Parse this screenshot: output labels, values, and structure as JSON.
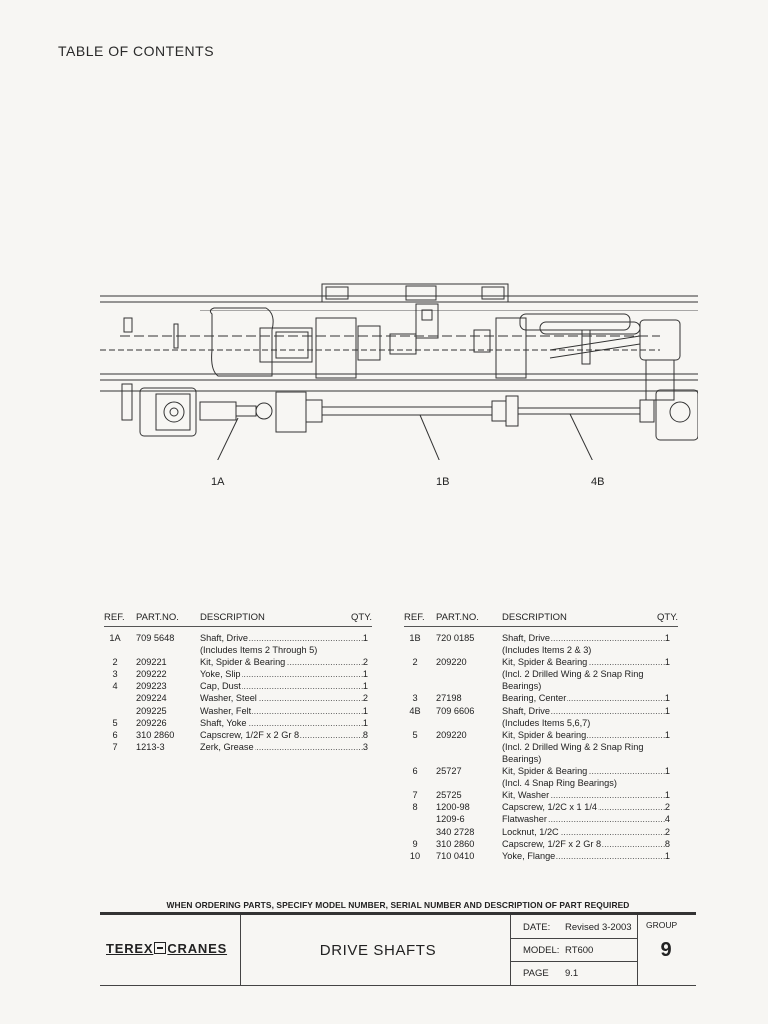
{
  "page_title": "TABLE OF CONTENTS",
  "callouts": [
    "1A",
    "1B",
    "4B"
  ],
  "table_headers": {
    "ref": "REF.",
    "part": "PART.NO.",
    "desc": "DESCRIPTION",
    "qty": "QTY."
  },
  "left_rows": [
    {
      "ref": "1A",
      "part": "709 5648",
      "desc": "Shaft, Drive",
      "qty": "1"
    },
    {
      "ref": "",
      "part": "",
      "desc": "(Includes Items 2 Through 5)",
      "qty": ""
    },
    {
      "ref": "2",
      "part": "209221",
      "desc": "Kit, Spider & Bearing",
      "qty": "2"
    },
    {
      "ref": "3",
      "part": "209222",
      "desc": "Yoke, Slip",
      "qty": "1"
    },
    {
      "ref": "4",
      "part": "209223",
      "desc": "Cap, Dust",
      "qty": "1"
    },
    {
      "ref": "",
      "part": "209224",
      "desc": "Washer, Steel",
      "qty": "2"
    },
    {
      "ref": "",
      "part": "209225",
      "desc": "Washer, Felt",
      "qty": "1"
    },
    {
      "ref": "5",
      "part": "209226",
      "desc": "Shaft, Yoke",
      "qty": "1"
    },
    {
      "ref": "6",
      "part": "310 2860",
      "desc": "Capscrew, 1/2F x 2 Gr 8",
      "qty": "8"
    },
    {
      "ref": "7",
      "part": "1213-3",
      "desc": "Zerk, Grease",
      "qty": "3"
    }
  ],
  "right_rows": [
    {
      "ref": "1B",
      "part": "720 0185",
      "desc": "Shaft, Drive",
      "qty": "1"
    },
    {
      "ref": "",
      "part": "",
      "desc": "(Includes Items 2 & 3)",
      "qty": ""
    },
    {
      "ref": "2",
      "part": "209220",
      "desc": "Kit, Spider & Bearing",
      "qty": "1"
    },
    {
      "ref": "",
      "part": "",
      "desc": "(Incl. 2 Drilled Wing & 2 Snap Ring",
      "qty": ""
    },
    {
      "ref": "",
      "part": "",
      "desc": "Bearings)",
      "qty": ""
    },
    {
      "ref": "3",
      "part": "27198",
      "desc": "Bearing, Center",
      "qty": "1"
    },
    {
      "ref": "4B",
      "part": "709 6606",
      "desc": "Shaft, Drive",
      "qty": "1"
    },
    {
      "ref": "",
      "part": "",
      "desc": "(Includes Items 5,6,7)",
      "qty": ""
    },
    {
      "ref": "5",
      "part": "209220",
      "desc": "Kit, Spider & bearing",
      "qty": "1"
    },
    {
      "ref": "",
      "part": "",
      "desc": "(Incl. 2 Drilled Wing & 2 Snap Ring",
      "qty": ""
    },
    {
      "ref": "",
      "part": "",
      "desc": "Bearings)",
      "qty": ""
    },
    {
      "ref": "6",
      "part": "25727",
      "desc": "Kit, Spider & Bearing",
      "qty": "1"
    },
    {
      "ref": "",
      "part": "",
      "desc": "(Incl. 4 Snap Ring Bearings)",
      "qty": ""
    },
    {
      "ref": "7",
      "part": "25725",
      "desc": "Kit, Washer",
      "qty": "1"
    },
    {
      "ref": "8",
      "part": "1200-98",
      "desc": "Capscrew, 1/2C x 1 1/4",
      "qty": "2"
    },
    {
      "ref": "",
      "part": "1209-6",
      "desc": "Flatwasher",
      "qty": "4"
    },
    {
      "ref": "",
      "part": "340 2728",
      "desc": "Locknut, 1/2C",
      "qty": "2"
    },
    {
      "ref": "9",
      "part": "310 2860",
      "desc": "Capscrew, 1/2F x 2 Gr 8",
      "qty": "8"
    },
    {
      "ref": "10",
      "part": "710 0410",
      "desc": "Yoke, Flange",
      "qty": "1"
    }
  ],
  "notice": "WHEN ORDERING PARTS, SPECIFY MODEL NUMBER, SERIAL NUMBER AND DESCRIPTION OF PART REQUIRED",
  "title_block": {
    "logo": "TEREX",
    "logo2": "CRANES",
    "title": "DRIVE SHAFTS",
    "date_label": "DATE:",
    "date_value": "Revised 3-2003",
    "model_label": "MODEL:",
    "model_value": "RT600",
    "page_label": "PAGE",
    "page_value": "9.1",
    "group_label": "GROUP",
    "group_value": "9"
  }
}
